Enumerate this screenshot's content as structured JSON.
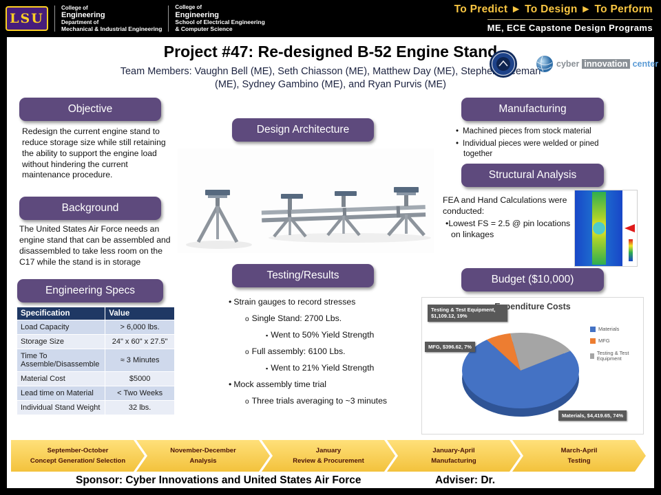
{
  "colors": {
    "purple_header": "#5E4A7D",
    "gold": "#F9C642",
    "table_header_navy": "#1F3864",
    "chevron_gold": "#F3C23C"
  },
  "header": {
    "lsu": "LSU",
    "dept1": {
      "lines": [
        "College of",
        "Engineering",
        "Department of",
        "Mechanical & Industrial Engineering"
      ]
    },
    "dept2": {
      "lines": [
        "College of",
        "Engineering",
        "School of Electrical Engineering",
        "& Computer Science"
      ]
    },
    "motto": "To Predict ► To Design ► To Perform",
    "program": "ME, ECE Capstone Design Programs"
  },
  "title": "Project #47: Re-designed B-52 Engine Stand",
  "team": "Team Members: Vaughn Bell (ME), Seth Chiasson (ME), Matthew Day (ME), Stephen Freeman (ME), Sydney Gambino (ME), and Ryan Purvis (ME)",
  "logos": {
    "cyber": {
      "word1": "cyber",
      "word2": "innovation",
      "word3": "center",
      "tm": "™"
    }
  },
  "sections": {
    "objective": {
      "title": "Objective",
      "body": "Redesign the current engine stand to reduce storage size while still retaining the ability to support the engine load without hindering the current maintenance procedure."
    },
    "background": {
      "title": "Background",
      "body": "The United States Air Force needs an engine stand that can be assembled and disassembled to take less room on the C17 while the stand is in storage"
    },
    "engineering_specs": {
      "title": "Engineering Specs",
      "headers": [
        "Specification",
        "Value"
      ],
      "rows": [
        [
          "Load Capacity",
          "> 6,000 lbs."
        ],
        [
          "Storage Size",
          "24\" x 60\" x 27.5\""
        ],
        [
          "Time To Assemble/Disassemble",
          "≈ 3 Minutes"
        ],
        [
          "Material Cost",
          "$5000"
        ],
        [
          "Lead time on Material",
          "< Two Weeks"
        ],
        [
          "Individual Stand Weight",
          "32 lbs."
        ]
      ]
    },
    "design_architecture": {
      "title": "Design Architecture"
    },
    "testing_results": {
      "title": "Testing/Results",
      "items": [
        {
          "level": 1,
          "text": "Strain gauges to record stresses"
        },
        {
          "level": 2,
          "text": "Single Stand: 2700 Lbs."
        },
        {
          "level": 3,
          "text": "Went to 50% Yield Strength"
        },
        {
          "level": 2,
          "text": "Full assembly: 6100 Lbs."
        },
        {
          "level": 3,
          "text": "Went to 21% Yield Strength"
        },
        {
          "level": 1,
          "text": "Mock assembly time trial"
        },
        {
          "level": 2,
          "text": "Three trials averaging to ~3 minutes"
        }
      ]
    },
    "manufacturing": {
      "title": "Manufacturing",
      "bullets": [
        "Machined pieces from stock material",
        "Individual pieces were welded or pined together"
      ]
    },
    "structural_analysis": {
      "title": "Structural Analysis",
      "lead": "FEA and Hand Calculations were conducted:",
      "bullet": "Lowest FS = 2.5 @ pin locations on linkages"
    },
    "budget": {
      "title": "Budget ($10,000)"
    }
  },
  "chart_data": {
    "type": "pie",
    "title": "Expenditure Costs",
    "legend_position": "right",
    "slices": [
      {
        "label": "Materials",
        "value": 4419.65,
        "percent": 74,
        "color": "#4472C4",
        "callout": "Materials, $4,419.65, 74%"
      },
      {
        "label": "MFG",
        "value": 396.62,
        "percent": 7,
        "color": "#ED7D31",
        "callout": "MFG, $396.62, 7%"
      },
      {
        "label": "Testing & Test Equipment",
        "value": 1109.12,
        "percent": 19,
        "color": "#A5A5A5",
        "callout": "Testing & Test Equipment, $1,109.12, 19%"
      }
    ]
  },
  "timeline": [
    {
      "period": "September-October",
      "phase": "Concept Generation/ Selection"
    },
    {
      "period": "November-December",
      "phase": "Analysis"
    },
    {
      "period": "January",
      "phase": "Review & Procurement"
    },
    {
      "period": "January-April",
      "phase": "Manufacturing"
    },
    {
      "period": "March-April",
      "phase": "Testing"
    }
  ],
  "footer": {
    "sponsor": "Sponsor: Cyber Innovations and United States Air Force",
    "adviser": "Adviser: Dr."
  }
}
